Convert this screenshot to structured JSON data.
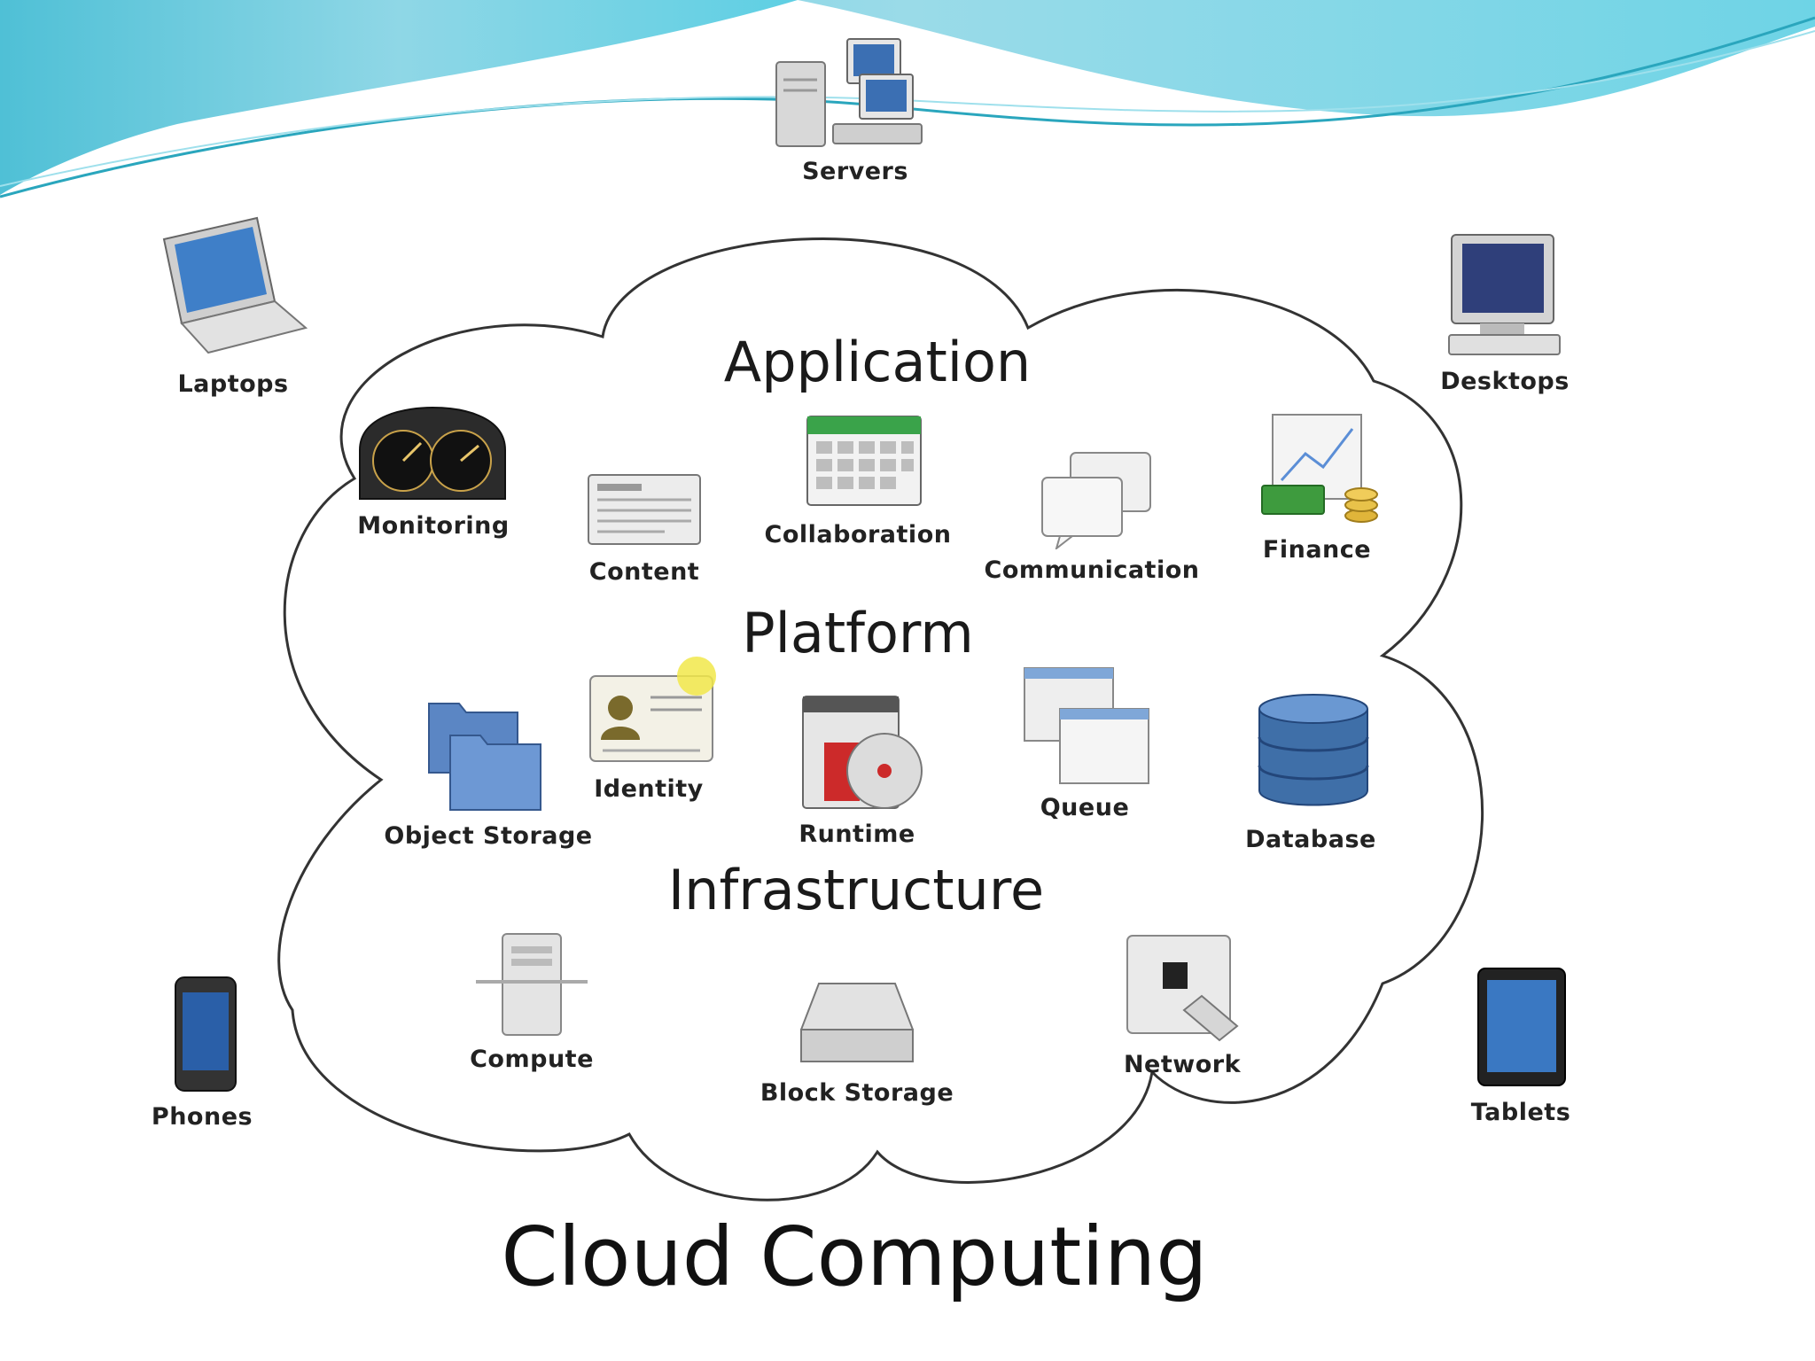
{
  "title": "Cloud Computing",
  "sections": {
    "application": "Application",
    "platform": "Platform",
    "infrastructure": "Infrastructure"
  },
  "devices": {
    "servers": "Servers",
    "laptops": "Laptops",
    "desktops": "Desktops",
    "phones": "Phones",
    "tablets": "Tablets"
  },
  "application_items": {
    "monitoring": "Monitoring",
    "content": "Content",
    "collaboration": "Collaboration",
    "communication": "Communication",
    "finance": "Finance"
  },
  "platform_items": {
    "object_storage": "Object Storage",
    "identity": "Identity",
    "runtime": "Runtime",
    "queue": "Queue",
    "database": "Database"
  },
  "infrastructure_items": {
    "compute": "Compute",
    "block_storage": "Block Storage",
    "network": "Network"
  },
  "colors": {
    "header_wave": "#5fc9dd",
    "cloud_stroke": "#333333",
    "text": "#222222"
  }
}
